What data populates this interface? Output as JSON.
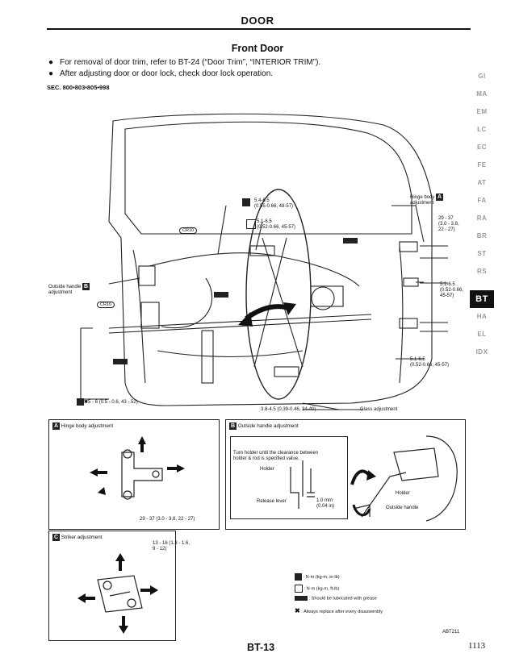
{
  "header": {
    "section_title": "DOOR",
    "subtitle": "Front Door"
  },
  "notes": [
    "For removal of door trim, refer to BT-24 (“Door Trim”, “INTERIOR TRIM”).",
    "After adjusting door or door lock, check door lock operation."
  ],
  "sec_ref": "SEC. 800•803•805•998",
  "side_tabs": [
    "GI",
    "MA",
    "EM",
    "LC",
    "EC",
    "FE",
    "AT",
    "FA",
    "RA",
    "BR",
    "ST",
    "RS",
    "BT",
    "HA",
    "EL",
    "IDX"
  ],
  "active_tab": "BT",
  "diagram": {
    "labels": {
      "torque_top": "5.4-6.5\n(0.55-0.66, 48-57)",
      "torque_mid": "5.1-6.5\n(0.52-0.66, 45-57)",
      "hinge_body": "Hinge body",
      "hinge_body_2": "adjustment",
      "torque_hinge": "29 - 37\n(3.0 - 3.8,\n22 - 27)",
      "torque_right": "5.1-6.5\n(0.52-0.66,\n45-57)",
      "torque_lower_right": "5.1-6.5\n(0.52-0.66, 45-57)",
      "outside_handle": "Outside handle",
      "outside_handle_2": "adjustment",
      "cr_top": "CR10",
      "cr_left": "CR10",
      "torque_bottom_left": "5 - 6 (0.5 - 0.6, 43 - 52)",
      "torque_bottom_center": "3.8-4.5 (0.39-0.46, 34-40)",
      "glass_adjustment": "Glass adjustment"
    }
  },
  "detail_a": {
    "letter": "A",
    "title": "Hinge body adjustment",
    "torque": "29 - 37 (3.0 - 3.8, 22 - 27)"
  },
  "detail_b": {
    "letter": "B",
    "title": "Outside handle adjustment",
    "instruction": "Turn holder until the clearance between\nholder & rod is specified value.",
    "holder": "Holder",
    "release_lever": "Release lever",
    "clearance": "1.0 mm\n(0.04 in)",
    "holder_right": "Holder",
    "outside_handle": "Outside handle"
  },
  "detail_c": {
    "letter": "C",
    "title": "Striker adjustment",
    "torque": "13 - 16 (1.3 - 1.6,\n9 - 12)"
  },
  "legend": {
    "nm_inlb": ": N·m (kg-m, in-lb)",
    "nm_ftlb": ": N·m (kg-m, ft-lb)",
    "grease": ": Should be lubricated with grease",
    "replace": ": Always replace after every disassembly"
  },
  "footer": {
    "page_code": "ABT211",
    "page": "BT-13",
    "sheet": "1113"
  }
}
